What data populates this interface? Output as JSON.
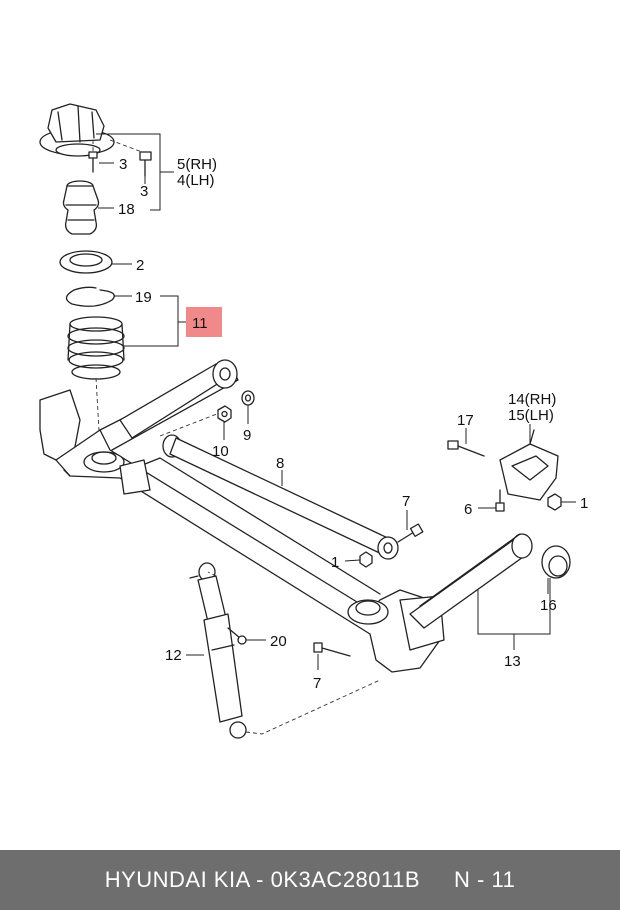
{
  "callouts": {
    "c3a": "3",
    "c3b": "3",
    "c5": "5(RH)",
    "c4": "4(LH)",
    "c18": "18",
    "c2": "2",
    "c19": "19",
    "c11": "11",
    "c10": "10",
    "c9": "9",
    "c8": "8",
    "c17": "17",
    "c14": "14(RH)",
    "c15": "15(LH)",
    "c6": "6",
    "c1a": "1",
    "c7a": "7",
    "c1b": "1",
    "c16": "16",
    "c12": "12",
    "c20": "20",
    "c7b": "7",
    "c13": "13"
  },
  "highlight_color": "#f08a8a",
  "footer": {
    "part_text": "HYUNDAI  KIA - 0K3AC28011B",
    "page_text": "N - 11"
  }
}
